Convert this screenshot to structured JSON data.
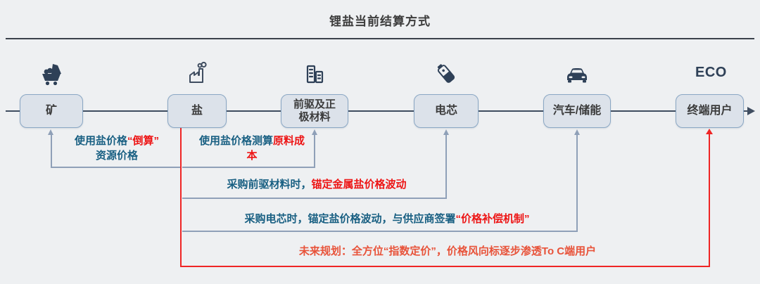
{
  "title": "锂盐当前结算方式",
  "colors": {
    "background": "#eef0f2",
    "node_fill": "#dce2ea",
    "node_border": "#8aa7c4",
    "chain_line": "#3f4d60",
    "bracket_gray": "#8fa0b8",
    "bracket_red": "#ef2525",
    "text_blue": "#185f82",
    "text_red": "#ed1515",
    "text_orange": "#e8533a"
  },
  "chain": {
    "nodes": [
      {
        "label": "矿",
        "icon": "mine-cart-icon"
      },
      {
        "label": "盐",
        "icon": "factory-icon"
      },
      {
        "label": "前驱及正\n极材料",
        "icon": "buildings-icon"
      },
      {
        "label": "电芯",
        "icon": "battery-icon"
      },
      {
        "label": "汽车/储能",
        "icon": "car-icon"
      },
      {
        "label": "终端用户",
        "icon": "eco-label",
        "icon_text": "ECO"
      }
    ]
  },
  "annotations": [
    {
      "blue": "使用盐价格",
      "red": "“倒算”",
      "blue2": "资源价格",
      "from": "盐",
      "to": "矿"
    },
    {
      "blue": "使用盐价格测算",
      "red": "原料成本",
      "from": "盐",
      "to": "前驱及正极材料"
    },
    {
      "blue": "采购前驱材料时，",
      "red": "锚定金属盐价格波动",
      "from": "盐",
      "to": "电芯"
    },
    {
      "blue": "采购电芯时，锚定盐价格波动，与供应商签署",
      "red": "“价格补偿机制”",
      "from": "盐",
      "to": "汽车/储能"
    },
    {
      "text": "未来规划：全方位“指数定价”，价格风向标逐步渗透To C端用户",
      "from": "盐",
      "to": "终端用户"
    }
  ]
}
